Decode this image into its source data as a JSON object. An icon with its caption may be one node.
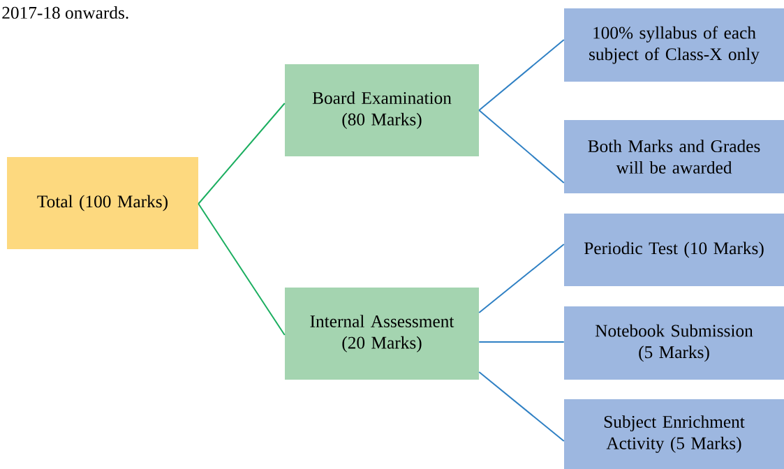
{
  "diagram": {
    "nodes": [
      {
        "text": [
          "Total (100 Marks)"
        ]
      },
      {
        "text": [
          "Board Examination (80 Marks)"
        ]
      },
      {
        "text": [
          "Internal Assessment (20 Marks)"
        ]
      },
      {
        "text": [
          "100% syllabus of each subject of Class-X only"
        ]
      },
      {
        "text": [
          "Both Marks and Grades will be awarded"
        ]
      },
      {
        "text": [
          "Periodic Test (10 Marks)"
        ]
      },
      {
        "text": [
          "Notebook Submission (5 Marks)"
        ]
      },
      {
        "text": [
          "Subject Enrichment Activity (5 Marks)"
        ]
      }
    ],
    "edges": [
      {
        "from": 0,
        "to": 1,
        "arrow": "none",
        "color": "#1aae5f"
      },
      {
        "from": 0,
        "to": 2,
        "arrow": "none",
        "color": "#1aae5f"
      },
      {
        "from": 1,
        "to": 3,
        "arrow": "none"
      },
      {
        "from": 1,
        "to": 4,
        "arrow": "none"
      },
      {
        "from": 2,
        "to": 5,
        "arrow": "none"
      },
      {
        "from": 2,
        "to": 6,
        "arrow": "none"
      },
      {
        "from": 2,
        "to": 7,
        "arrow": "none"
      }
    ],
    "labels": [
      "2017-18 onwards."
    ]
  }
}
